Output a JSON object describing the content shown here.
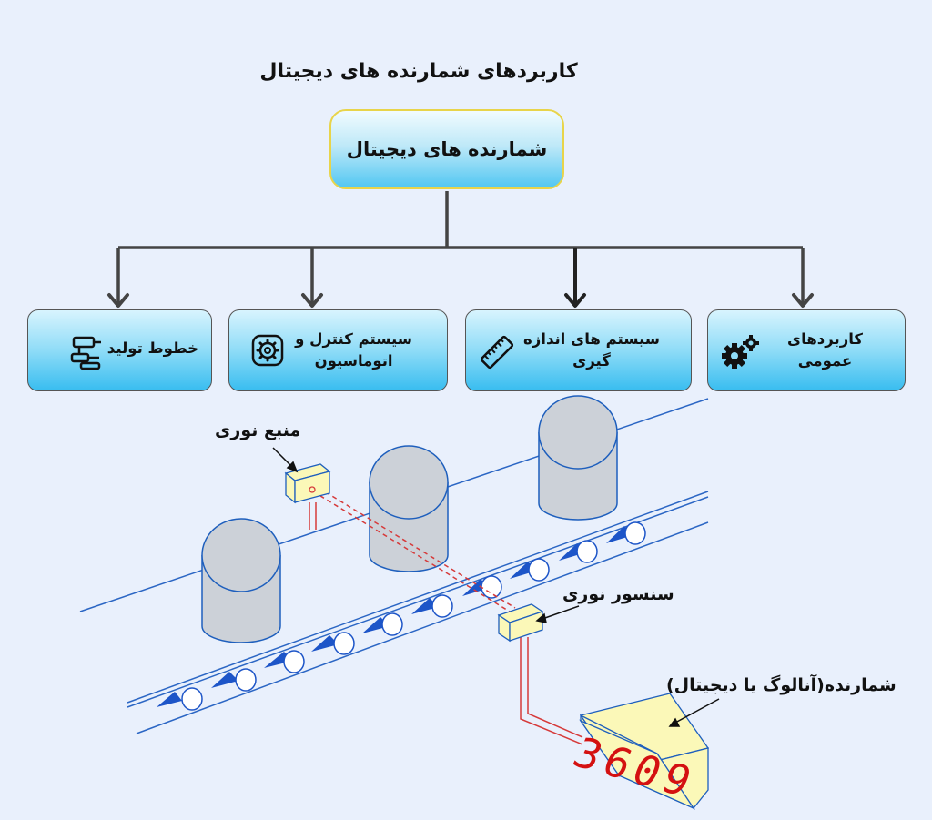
{
  "title": "کاربردهای شمارنده های دیجیتال",
  "root": "شمارنده های دیجیتال",
  "categories": [
    {
      "label_line1": "کاربردهای",
      "label_line2": "عمومی",
      "icon": "gears-icon"
    },
    {
      "label_line1": "سیستم های اندازه",
      "label_line2": "گیری",
      "icon": "ruler-icon"
    },
    {
      "label_line1": "سیستم کنترل و",
      "label_line2": "اتوماسیون",
      "icon": "gear-icon"
    },
    {
      "label_line1": "خطوط تولید",
      "label_line2": "",
      "icon": "production-line-icon"
    }
  ],
  "illustration": {
    "light_source": "منبع نوری",
    "light_sensor": "سنسور نوری",
    "counter": "شمارنده(آنالوگ یا دیجیتال)",
    "counter_value": "3609"
  },
  "colors": {
    "background": "#e9f0fc",
    "box_top": "#d8f4fe",
    "box_bottom": "#38bdf0",
    "root_border": "#e8d44a",
    "device_fill": "#fbf8b8",
    "wire": "#d63a3a",
    "display_digits": "#d41111",
    "belt_line": "#2b66c4",
    "belt_triangle": "#1d55c8"
  }
}
